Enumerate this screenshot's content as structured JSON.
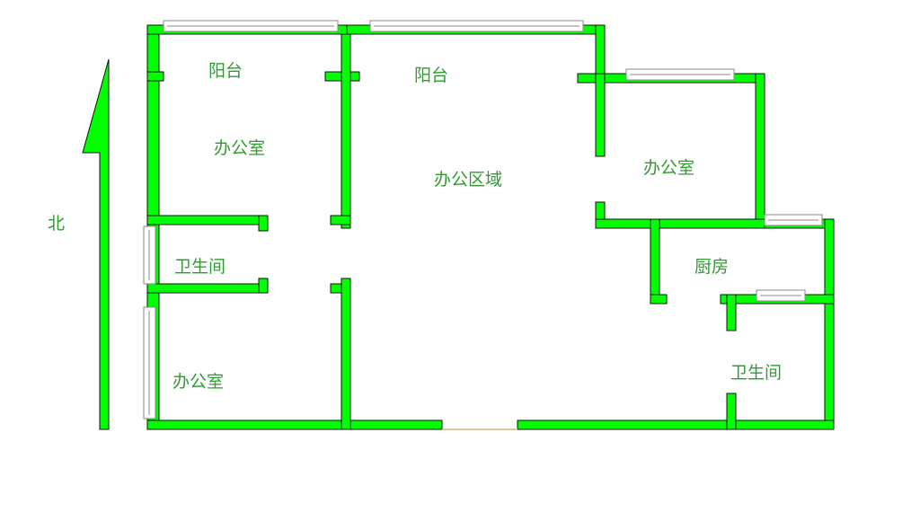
{
  "colors": {
    "wall": "#00ff00",
    "wall_outline": "#111111",
    "window_frame": "#888888",
    "label": "#2f9c2f",
    "background": "#ffffff"
  },
  "compass": {
    "label": "北",
    "icon": "north-arrow-icon"
  },
  "rooms": {
    "balcony_left": "阳台",
    "balcony_center": "阳台",
    "office_upper_left": "办公室",
    "office_area": "办公区域",
    "office_right": "办公室",
    "bathroom_left": "卫生间",
    "kitchen": "厨房",
    "office_lower_left": "办公室",
    "bathroom_right": "卫生间"
  }
}
